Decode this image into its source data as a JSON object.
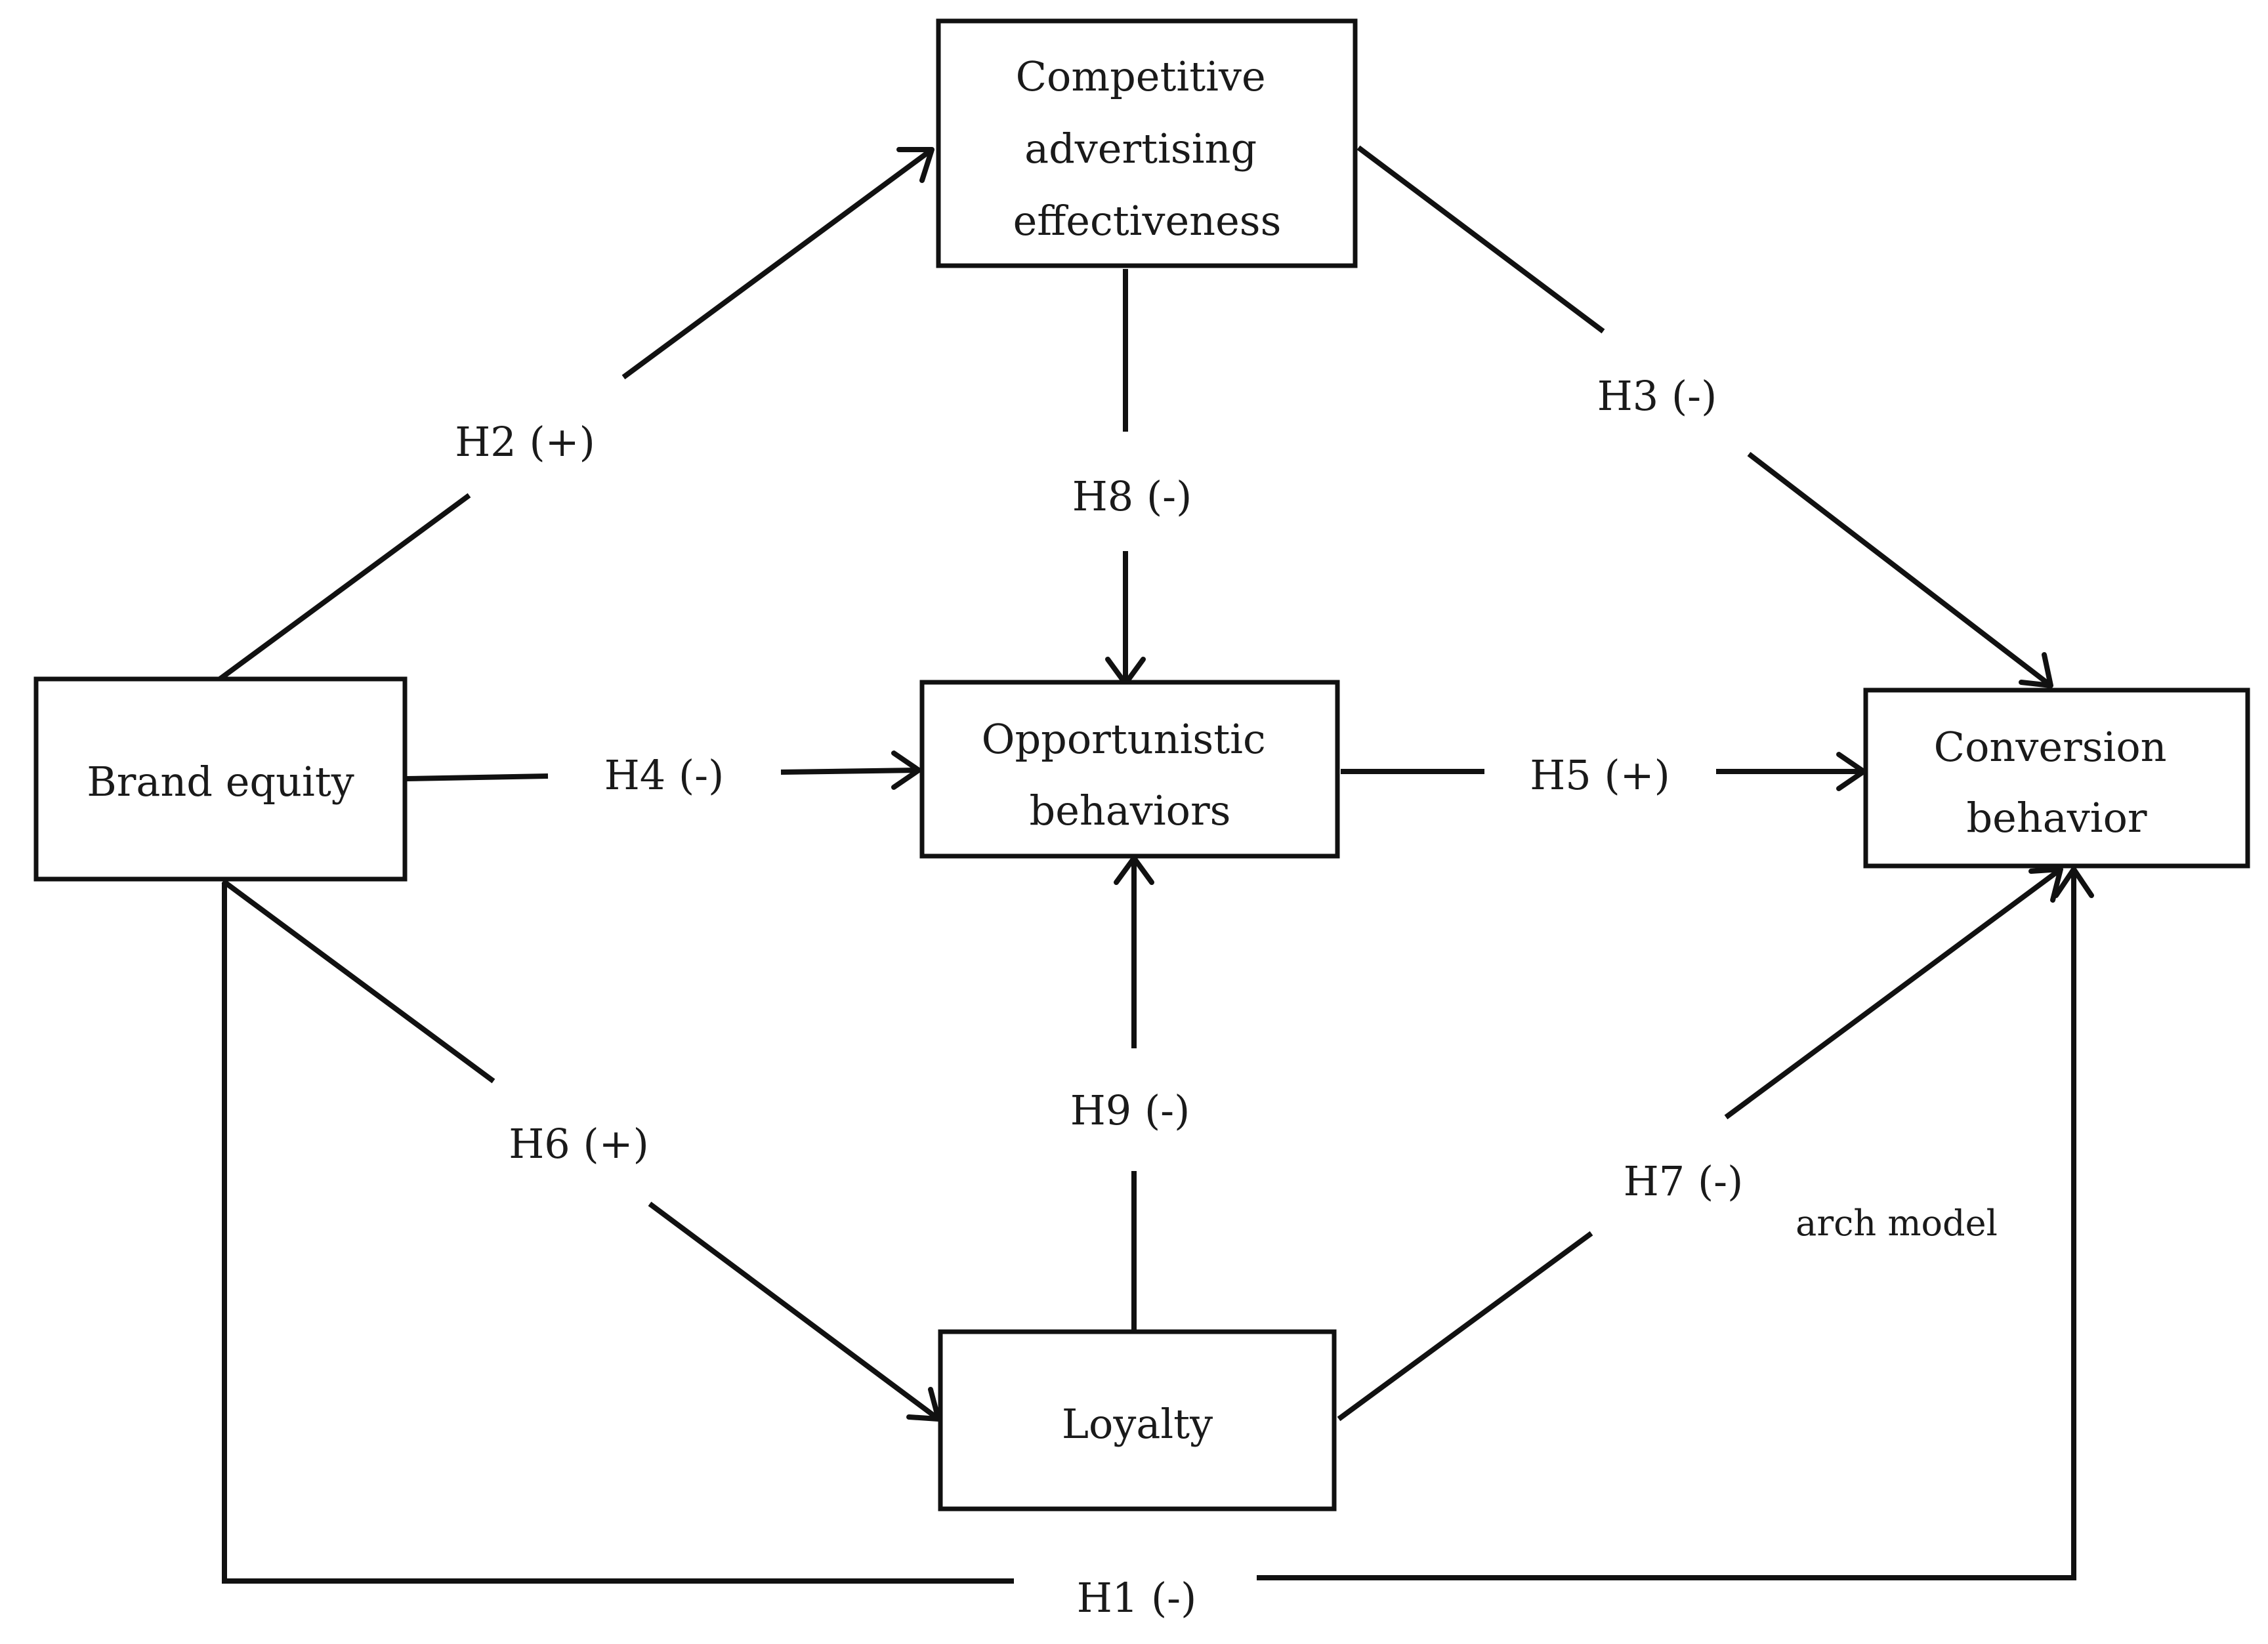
{
  "diagram": {
    "nodes": {
      "competitive": {
        "lines": [
          "Competitive",
          "advertising",
          "effectiveness"
        ]
      },
      "brand_equity": {
        "lines": [
          "Brand equity"
        ]
      },
      "opportunistic": {
        "lines": [
          "Opportunistic",
          "behaviors"
        ]
      },
      "conversion": {
        "lines": [
          "Conversion",
          "behavior"
        ]
      },
      "loyalty": {
        "lines": [
          "Loyalty"
        ]
      }
    },
    "edges": {
      "h1": {
        "label": "H1 (-)",
        "from": "Brand equity",
        "to": "Conversion behavior"
      },
      "h2": {
        "label": "H2 (+)",
        "from": "Brand equity",
        "to": "Competitive advertising effectiveness"
      },
      "h3": {
        "label": "H3 (-)",
        "from": "Competitive advertising effectiveness",
        "to": "Conversion behavior"
      },
      "h4": {
        "label": "H4 (-)",
        "from": "Brand equity",
        "to": "Opportunistic behaviors"
      },
      "h5": {
        "label": "H5 (+)",
        "from": "Opportunistic behaviors",
        "to": "Conversion behavior"
      },
      "h6": {
        "label": "H6 (+)",
        "from": "Brand equity",
        "to": "Loyalty"
      },
      "h7": {
        "label": "H7 (-)",
        "from": "Loyalty",
        "to": "Conversion behavior"
      },
      "h8": {
        "label": "H8 (-)",
        "from": "Competitive advertising effectiveness",
        "to": "Opportunistic behaviors"
      },
      "h9": {
        "label": "H9 (-)",
        "from": "Loyalty",
        "to": "Opportunistic behaviors"
      }
    },
    "note": "arch model"
  }
}
